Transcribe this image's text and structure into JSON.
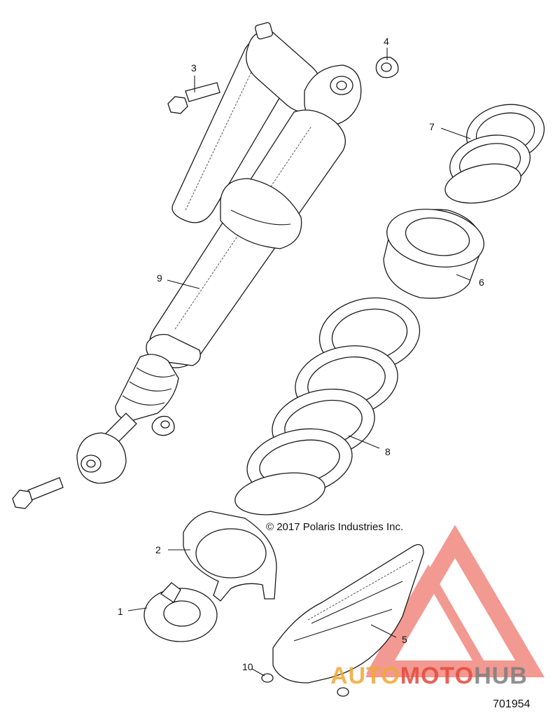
{
  "copyright": "© 2017 Polaris Industries Inc.",
  "document_number": "701954",
  "watermark": {
    "part1": "AUTO",
    "part2": "MOTO",
    "part3": "HUB",
    "color_red": "#e8473a",
    "color_orange": "#f0a832",
    "color_gray": "#7d7d7d"
  },
  "callouts": [
    {
      "id": "c1",
      "label": "1"
    },
    {
      "id": "c2",
      "label": "2"
    },
    {
      "id": "c3",
      "label": "3"
    },
    {
      "id": "c4",
      "label": "4"
    },
    {
      "id": "c5",
      "label": "5"
    },
    {
      "id": "c6",
      "label": "6"
    },
    {
      "id": "c7",
      "label": "7"
    },
    {
      "id": "c8",
      "label": "8"
    },
    {
      "id": "c9",
      "label": "9"
    },
    {
      "id": "c10",
      "label": "10"
    }
  ]
}
